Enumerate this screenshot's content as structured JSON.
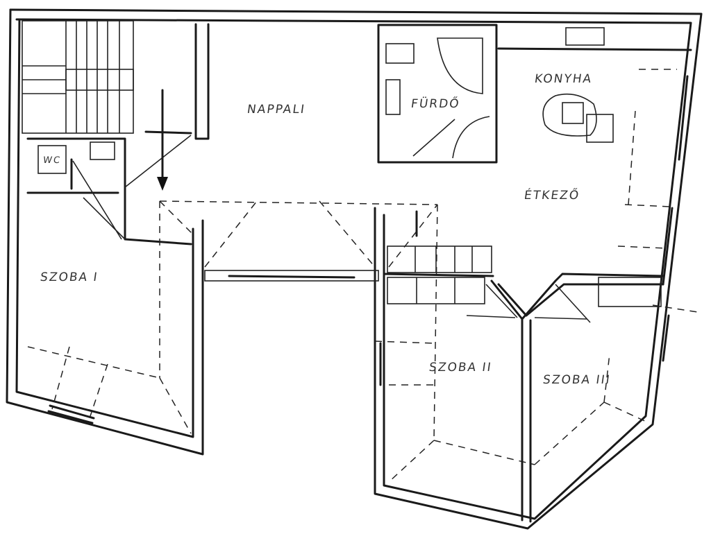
{
  "rooms": {
    "nappali": "NAPPALI",
    "furdo": "FÜRDŐ",
    "konyha": "KONYHA",
    "etkezo": "ÉTKEZŐ",
    "wc": "WC",
    "szoba1": "SZOBA I",
    "szoba2": "SZOBA II",
    "szoba3": "SZOBA III"
  }
}
